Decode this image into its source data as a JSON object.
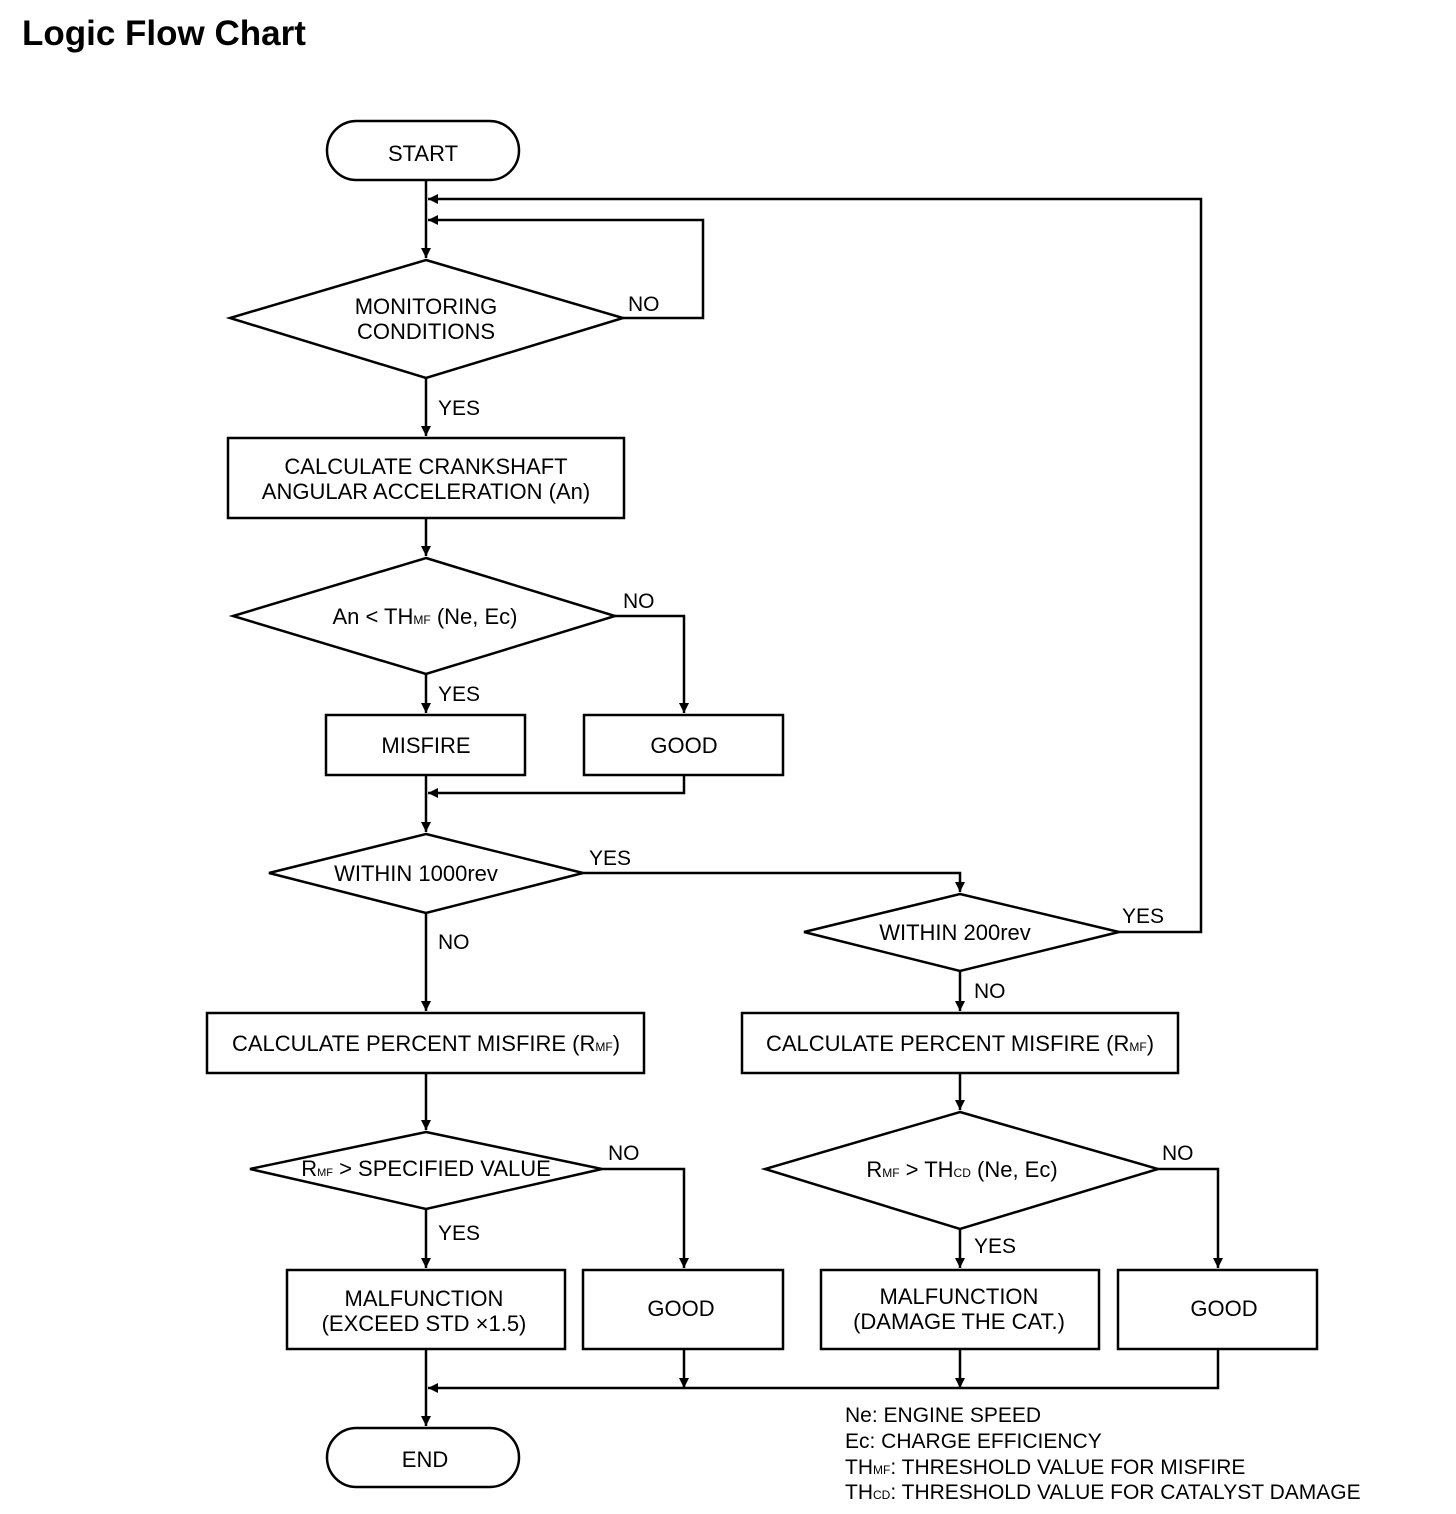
{
  "title": "Logic Flow Chart",
  "nodes": {
    "start": "START",
    "monitoring": [
      "MONITORING",
      "CONDITIONS"
    ],
    "calc_accel": [
      "CALCULATE CRANKSHAFT",
      "ANGULAR ACCELERATION (An)"
    ],
    "an_check": {
      "pre": "An < TH",
      "sub": "MF",
      "post": " (Ne,  Ec)"
    },
    "misfire": "MISFIRE",
    "good_1": "GOOD",
    "within_1000": "WITHIN 1000rev",
    "within_200": "WITHIN 200rev",
    "calc_pct_left": {
      "pre": "CALCULATE PERCENT MISFIRE (R",
      "sub": "MF",
      "post": ")"
    },
    "calc_pct_right": {
      "pre": "CALCULATE PERCENT MISFIRE (R",
      "sub": "MF",
      "post": ")"
    },
    "rmf_spec": {
      "pre": "R",
      "sub": "MF",
      "post": " > SPECIFIED VALUE"
    },
    "rmf_thcd": {
      "pre": "R",
      "sub1": "MF",
      "mid": " > TH",
      "sub2": "CD",
      "post": " (Ne, Ec)"
    },
    "malfunction_std": [
      "MALFUNCTION",
      "(EXCEED STD  ×1.5)"
    ],
    "good_2": "GOOD",
    "malfunction_cat": [
      "MALFUNCTION",
      "(DAMAGE THE CAT.)"
    ],
    "good_3": "GOOD",
    "end": "END"
  },
  "labels": {
    "monitoring_no": "NO",
    "monitoring_yes": "YES",
    "an_no": "NO",
    "an_yes": "YES",
    "w1000_yes": "YES",
    "w1000_no": "NO",
    "w200_yes": "YES",
    "w200_no": "NO",
    "spec_no": "NO",
    "spec_yes": "YES",
    "thcd_no": "NO",
    "thcd_yes": "YES"
  },
  "legend": [
    {
      "abbr": "Ne",
      "sub": "",
      "text": ": ENGINE SPEED"
    },
    {
      "abbr": "Ec",
      "sub": "",
      "text": ": CHARGE EFFICIENCY"
    },
    {
      "abbr": "TH",
      "sub": "MF",
      "text": ": THRESHOLD VALUE FOR MISFIRE"
    },
    {
      "abbr": "TH",
      "sub": "CD",
      "text": ": THRESHOLD VALUE FOR CATALYST DAMAGE"
    }
  ]
}
